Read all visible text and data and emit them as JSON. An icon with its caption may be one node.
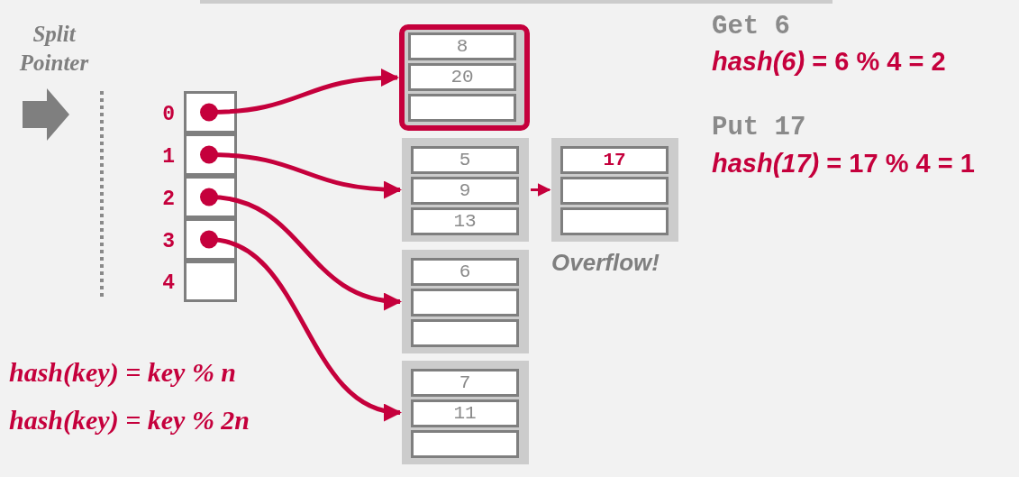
{
  "diagram": {
    "nodes": [
      {
        "text": [],
        "shape": "box",
        "beside": [
          "0"
        ]
      },
      {
        "text": [],
        "shape": "box",
        "beside": [
          "1"
        ]
      },
      {
        "text": [],
        "shape": "box",
        "beside": [
          "2"
        ]
      },
      {
        "text": [],
        "shape": "box",
        "beside": [
          "3"
        ]
      },
      {
        "text": [],
        "shape": "box",
        "beside": [
          "4"
        ]
      },
      {
        "text": [],
        "shape": "box"
      },
      {
        "text": [
          "8"
        ],
        "in": 5
      },
      {
        "text": [
          "20"
        ],
        "in": 5
      },
      {
        "text": [],
        "shape": "box",
        "in": 5
      },
      {
        "text": [],
        "shape": "box"
      },
      {
        "text": [
          "5"
        ],
        "in": 9
      },
      {
        "text": [
          "9"
        ],
        "in": 9
      },
      {
        "text": [
          "13"
        ],
        "in": 9
      },
      {
        "text": [],
        "shape": "box",
        "beside": [
          "Overflow!"
        ]
      },
      {
        "text": [
          "17"
        ],
        "in": 13
      },
      {
        "text": [],
        "shape": "box",
        "in": 13
      },
      {
        "text": [],
        "shape": "box",
        "in": 13
      },
      {
        "text": [],
        "shape": "box"
      },
      {
        "text": [
          "6"
        ],
        "in": 17
      },
      {
        "text": [],
        "shape": "box",
        "in": 17
      },
      {
        "text": [],
        "shape": "box",
        "in": 17
      },
      {
        "text": [],
        "shape": "box"
      },
      {
        "text": [
          "7"
        ],
        "in": 21
      },
      {
        "text": [
          "11"
        ],
        "in": 21
      },
      {
        "text": [],
        "shape": "box",
        "in": 21
      }
    ],
    "edges": [
      {
        "from": 0,
        "to": 5,
        "arrow": "to"
      },
      {
        "from": 1,
        "to": 9,
        "arrow": "to"
      },
      {
        "from": 2,
        "to": 17,
        "arrow": "to"
      },
      {
        "from": 3,
        "to": 21,
        "arrow": "to"
      },
      {
        "from": 9,
        "to": 13,
        "arrow": "to"
      }
    ],
    "labels": [
      "Split Pointer",
      "Get 6",
      "*hash(6)* =  6 % 4 = 2",
      "Put 17",
      "*hash(17)* =  17 % 4 = 1",
      "hash(key) = key % n",
      "hash(key) = key % 2n"
    ]
  }
}
